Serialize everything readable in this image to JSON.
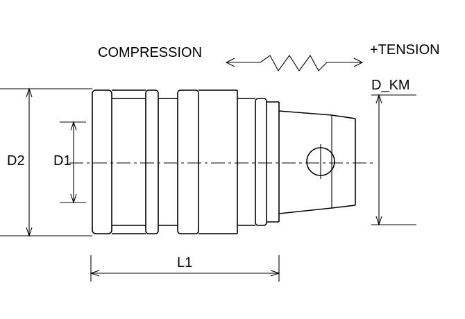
{
  "labels": {
    "compression": "COMPRESSION",
    "tension": "+TENSION",
    "d_km": "D_KM",
    "d2": "D2",
    "d1": "D1",
    "l1": "L1"
  },
  "colors": {
    "line": "#000000",
    "background": "#ffffff"
  }
}
